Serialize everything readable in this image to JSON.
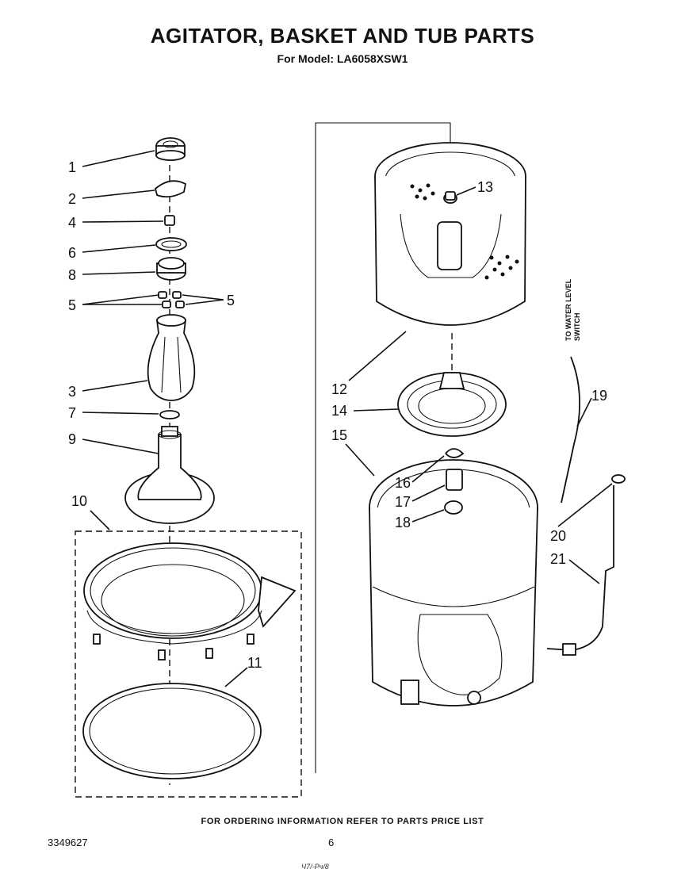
{
  "header": {
    "title": "AGITATOR, BASKET AND TUB PARTS",
    "subtitle": "For Model: LA6058XSW1"
  },
  "callouts": {
    "c1": "1",
    "c2": "2",
    "c4": "4",
    "c6": "6",
    "c8": "8",
    "c5a": "5",
    "c5b": "5",
    "c3": "3",
    "c7": "7",
    "c9": "9",
    "c10": "10",
    "c11": "11",
    "c12": "12",
    "c13": "13",
    "c14": "14",
    "c15": "15",
    "c16": "16",
    "c17": "17",
    "c18": "18",
    "c19": "19",
    "c20": "20",
    "c21": "21"
  },
  "side_label": {
    "line1": "TO WATER LEVEL",
    "line2": "SWITCH"
  },
  "footer": {
    "ordering_note": "FOR ORDERING INFORMATION REFER TO PARTS PRICE LIST",
    "doc_number": "3349627",
    "page_number": "6",
    "scribble": "Ч7/-Рч/8"
  }
}
